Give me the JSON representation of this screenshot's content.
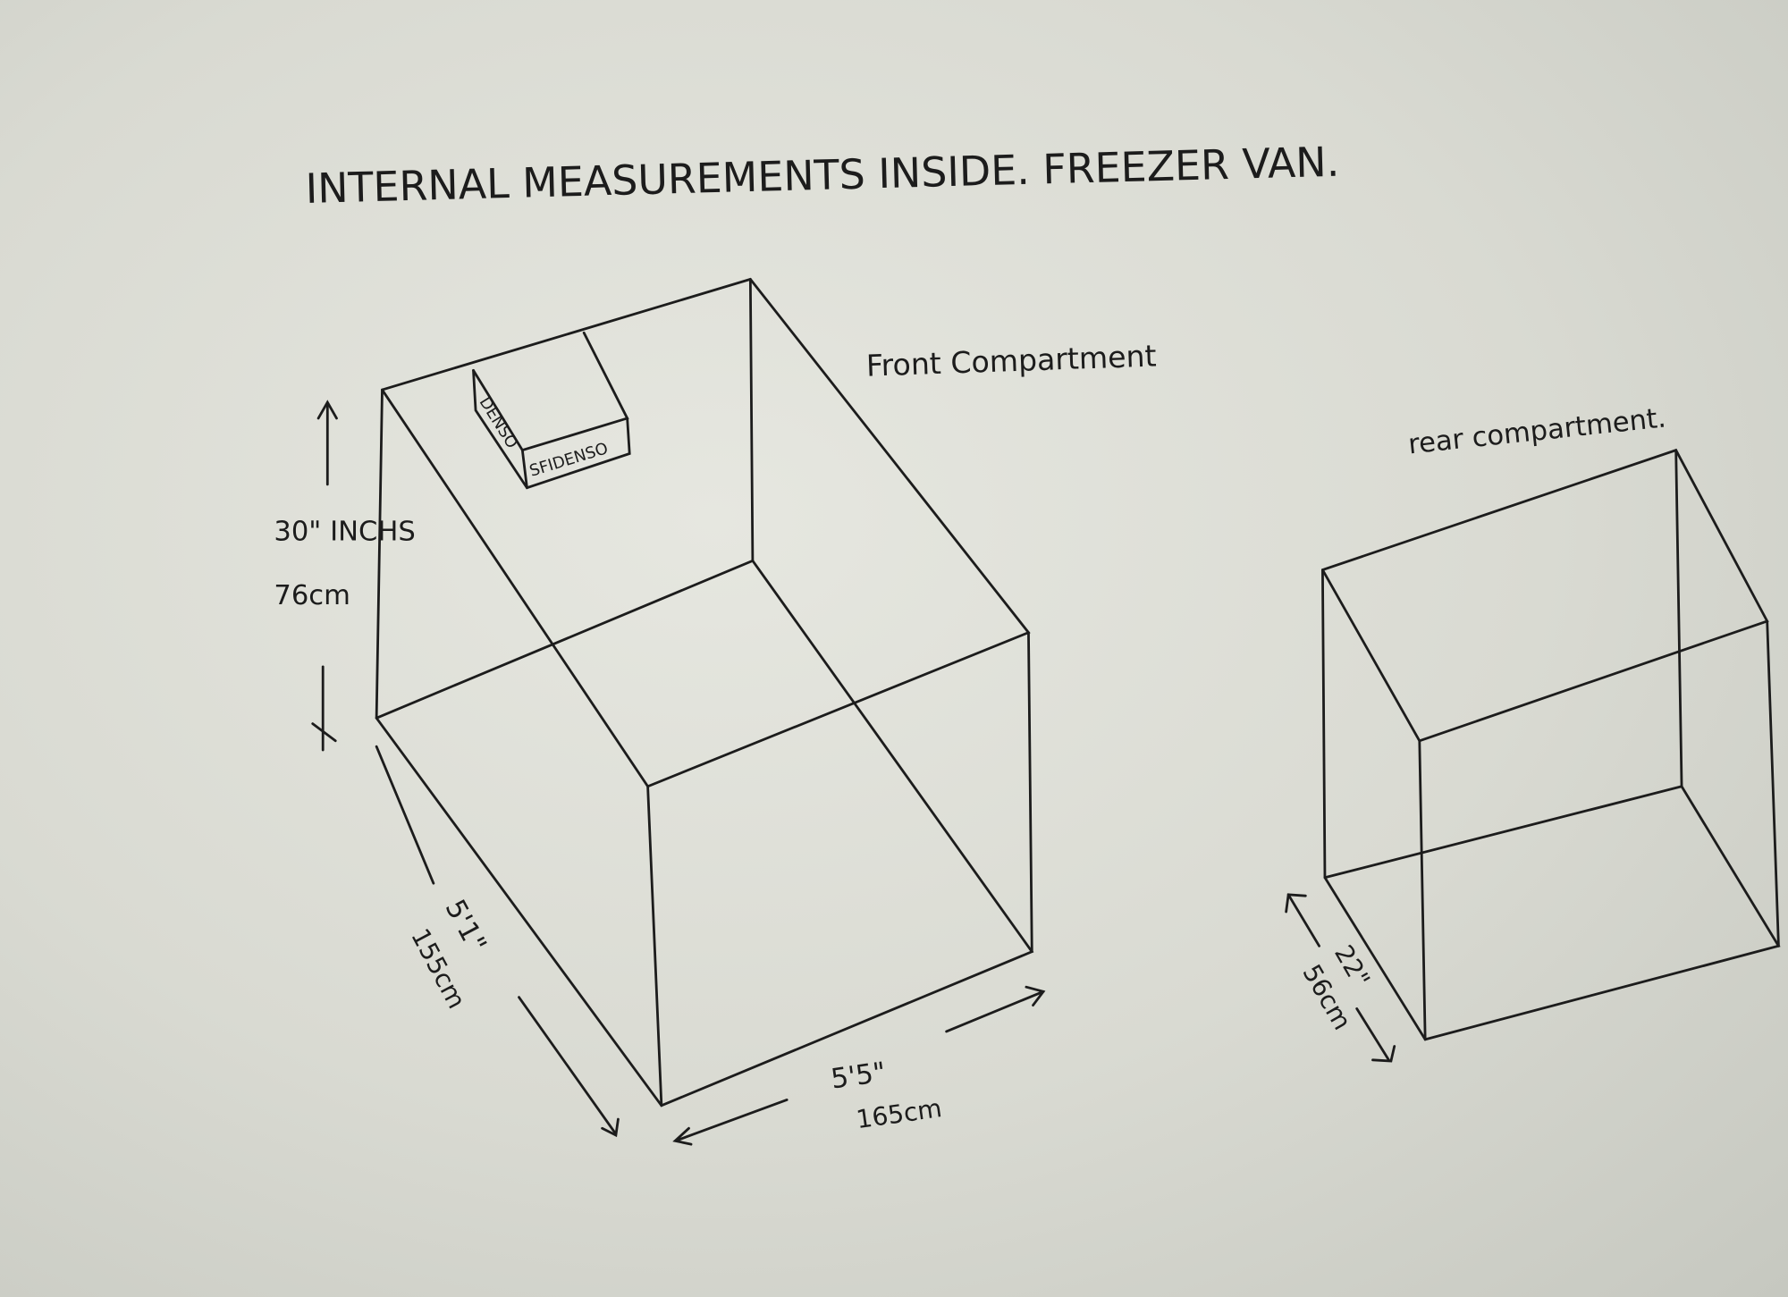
{
  "title": "INTERNAL MEASUREMENTS INSIDE. FREEZER VAN.",
  "front_compartment": {
    "label": "Front Compartment",
    "height_inches": "30\" INCHS",
    "height_cm": "76cm",
    "length_imperial": "5'1\"",
    "length_cm": "155cm",
    "width_imperial": "5'5\"",
    "width_cm": "165cm",
    "unit_side_label": "DENSO",
    "unit_front_label": "SFIDENSO"
  },
  "rear_compartment": {
    "label": "rear compartment.",
    "depth_imperial": "22\"",
    "depth_cm": "56cm"
  },
  "colors": {
    "ink": "#1c1c1c",
    "paper": "#dfe0d8"
  }
}
